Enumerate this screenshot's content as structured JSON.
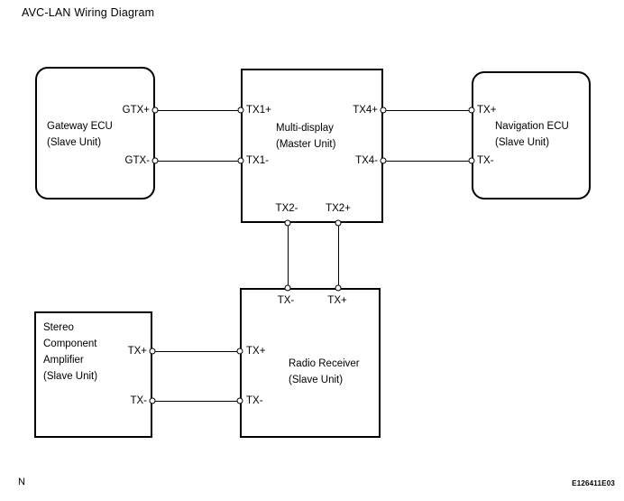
{
  "title": "AVC-LAN Wiring Diagram",
  "footer": {
    "page_marker": "N",
    "figure_code": "E126411E03"
  },
  "boxes": {
    "gateway": {
      "lines": [
        "Gateway ECU",
        "(Slave Unit)"
      ]
    },
    "multi_display": {
      "lines": [
        "Multi-display",
        "(Master Unit)"
      ]
    },
    "navigation": {
      "lines": [
        "Navigation ECU",
        "(Slave Unit)"
      ]
    },
    "stereo_amplifier": {
      "lines": [
        "Stereo",
        "Component",
        "Amplifier",
        "(Slave Unit)"
      ]
    },
    "radio_receiver": {
      "lines": [
        "Radio Receiver",
        "(Slave Unit)"
      ]
    }
  },
  "pins": {
    "gtx_plus": "GTX+",
    "gtx_minus": "GTX-",
    "tx1_plus": "TX1+",
    "tx1_minus": "TX1-",
    "tx4_plus": "TX4+",
    "tx4_minus": "TX4-",
    "tx2_minus": "TX2-",
    "tx2_plus": "TX2+",
    "nav_tx_plus": "TX+",
    "nav_tx_minus": "TX-",
    "stereo_tx_plus": "TX+",
    "stereo_tx_minus": "TX-",
    "radio_top_tx_minus": "TX-",
    "radio_top_tx_plus": "TX+",
    "radio_left_tx_plus": "TX+",
    "radio_left_tx_minus": "TX-"
  },
  "colors": {
    "line": "#000000",
    "background": "#ffffff"
  }
}
